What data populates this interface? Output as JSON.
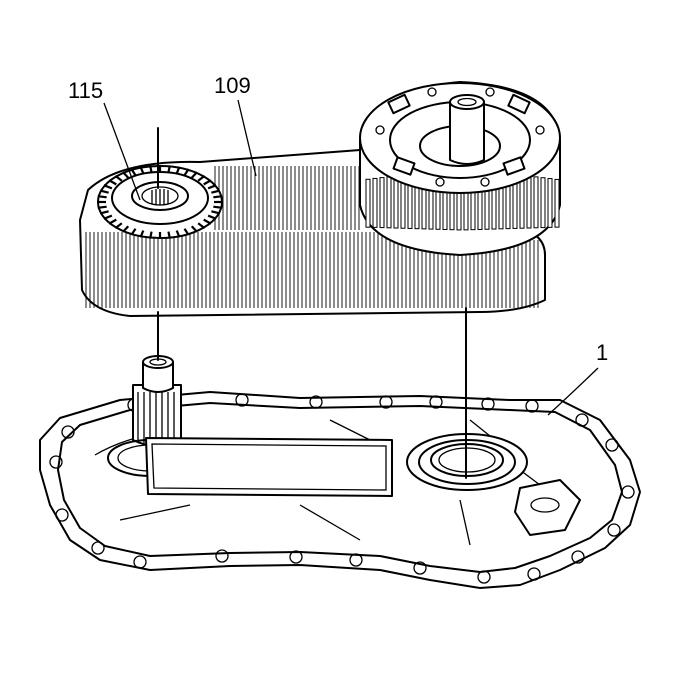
{
  "callouts": [
    {
      "id": "gear",
      "label": "115"
    },
    {
      "id": "chain",
      "label": "109"
    },
    {
      "id": "case",
      "label": "1"
    }
  ],
  "colors": {
    "ink": "#000000",
    "paper": "#ffffff"
  }
}
